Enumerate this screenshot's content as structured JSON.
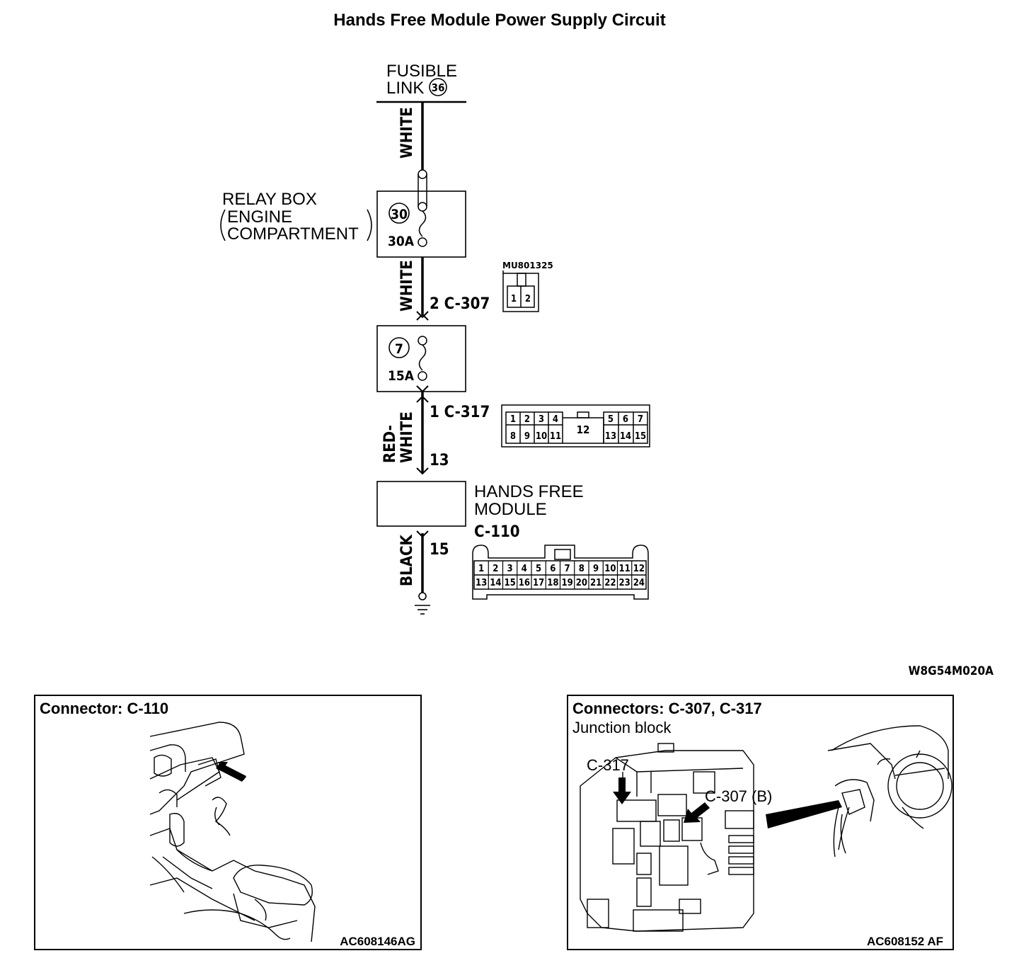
{
  "title": "Hands Free Module Power Supply Circuit",
  "fusible_link": {
    "line1": "FUSIBLE",
    "line2": "LINK",
    "number": "36"
  },
  "relay_box": {
    "line1": "RELAY BOX",
    "line2": "ENGINE",
    "line3": "COMPARTMENT"
  },
  "fuse_30": {
    "number": "30",
    "rating": "30A"
  },
  "fuse_7": {
    "number": "7",
    "rating": "15A"
  },
  "wires": {
    "white1": "WHITE",
    "white2": "WHITE",
    "red_white_1": "RED-",
    "red_white_2": "WHITE",
    "black": "BLACK"
  },
  "pins": {
    "c307": "2  C-307",
    "c317": "1  C-317",
    "pin13": "13",
    "pin15": "15"
  },
  "c307_connector": {
    "part_number": "MU801325",
    "pins": [
      "1",
      "2"
    ]
  },
  "c317_connector": {
    "top": [
      "1",
      "2",
      "3",
      "4",
      "5",
      "6",
      "7"
    ],
    "bottom": [
      "8",
      "9",
      "10",
      "11",
      "13",
      "14",
      "15"
    ],
    "center": "12"
  },
  "module": {
    "line1": "HANDS FREE",
    "line2": "MODULE",
    "connector": "C-110"
  },
  "c110_connector": {
    "top": [
      "1",
      "2",
      "3",
      "4",
      "5",
      "6",
      "7",
      "8",
      "9",
      "10",
      "11",
      "12"
    ],
    "bottom": [
      "13",
      "14",
      "15",
      "16",
      "17",
      "18",
      "19",
      "20",
      "21",
      "22",
      "23",
      "24"
    ]
  },
  "figure_code": "W8G54M020A",
  "panel_left": {
    "title": "Connector: C-110",
    "ref": "AC608146AG"
  },
  "panel_right": {
    "title": "Connectors: C-307, C-317",
    "subtitle": "Junction block",
    "label_c317": "C-317",
    "label_c307": "C-307 (B)",
    "ref": "AC608152 AF"
  }
}
